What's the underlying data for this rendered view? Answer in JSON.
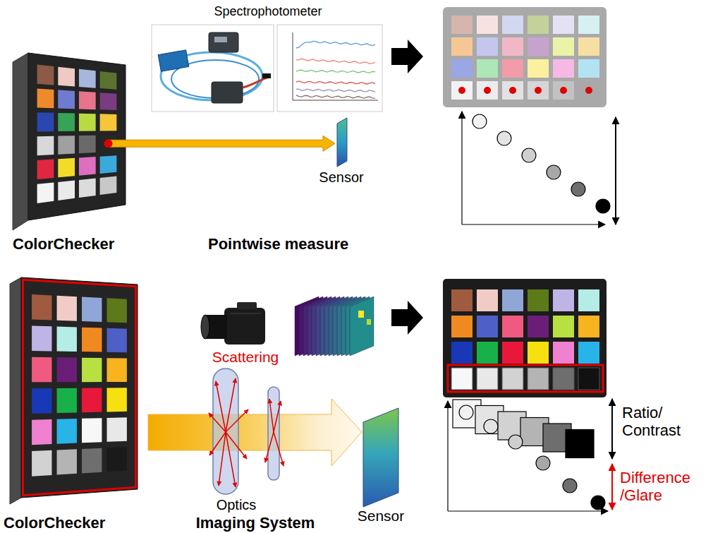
{
  "diagram": {
    "labels": [
      "Spectrophotometer",
      "Sensor",
      "ColorChecker",
      "Pointwise measure",
      "Scattering",
      "Ratio/ Contrast",
      "Difference /Glare",
      "Optics",
      "Sensor",
      "ColorChecker",
      "Imaging System"
    ]
  }
}
